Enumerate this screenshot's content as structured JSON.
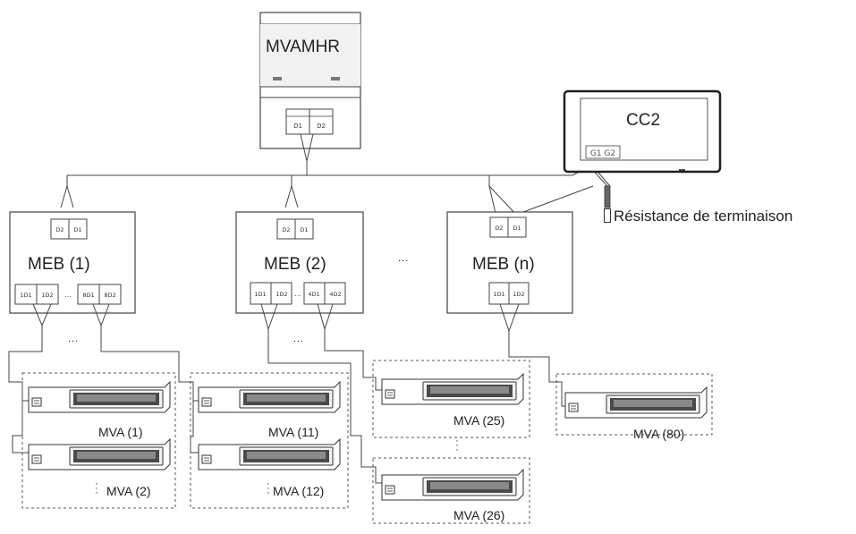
{
  "hrv": {
    "label": "MVAMHR",
    "terminals": [
      "D1",
      "D2"
    ]
  },
  "controller": {
    "label": "CC2",
    "terminals": "G1 G2"
  },
  "termination": {
    "label": "Résistance de terminaison"
  },
  "mebs": [
    {
      "label": "MEB (1)",
      "top_terminals": [
        "D2",
        "D1"
      ],
      "bottom_terminals": [
        "1D1",
        "1D2",
        "8D1",
        "8D2"
      ]
    },
    {
      "label": "MEB (2)",
      "top_terminals": [
        "D2",
        "D1"
      ],
      "bottom_terminals": [
        "1D1",
        "1D2",
        "4D1",
        "4D2"
      ]
    },
    {
      "label": "MEB (n)",
      "top_terminals": [
        "D2",
        "D1"
      ],
      "bottom_terminals": [
        "1D1",
        "1D2"
      ]
    }
  ],
  "ellipsis": "...",
  "indoor_units": [
    {
      "label": "MVA (1)"
    },
    {
      "label": "MVA (2)"
    },
    {
      "label": "MVA (11)"
    },
    {
      "label": "MVA (12)"
    },
    {
      "label": "MVA (25)"
    },
    {
      "label": "MVA (26)"
    },
    {
      "label": "MVA (80)"
    }
  ]
}
